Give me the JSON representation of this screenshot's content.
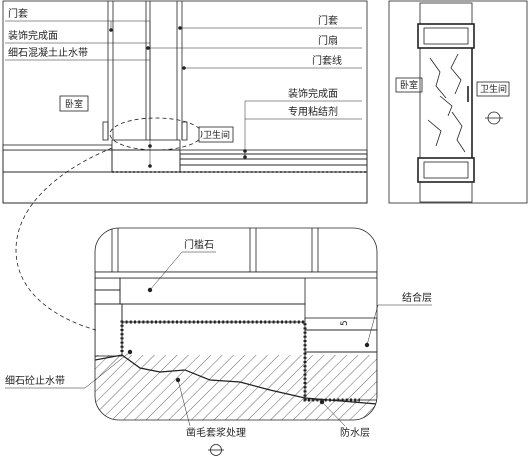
{
  "top_left": {
    "left_labels": [
      "门套",
      "装饰完成面",
      "细石混凝土止水带"
    ],
    "right_labels": [
      "门套",
      "门扇",
      "门套线"
    ],
    "floor_labels": [
      "装饰完成面",
      "专用粘结剂"
    ],
    "room_bedroom": "卧室",
    "room_bathroom": "卫生间"
  },
  "top_right": {
    "room_bedroom": "卧室",
    "room_bathroom": "卫生间"
  },
  "detail": {
    "threshold_stone": "门槛石",
    "bonding_layer": "结合层",
    "waterstop": "细石砼止水带",
    "roughening": "凿毛套浆处理",
    "waterproof_layer": "防水层",
    "dimension": "5"
  },
  "colors": {
    "ink": "#222222",
    "paper": "#ffffff"
  }
}
